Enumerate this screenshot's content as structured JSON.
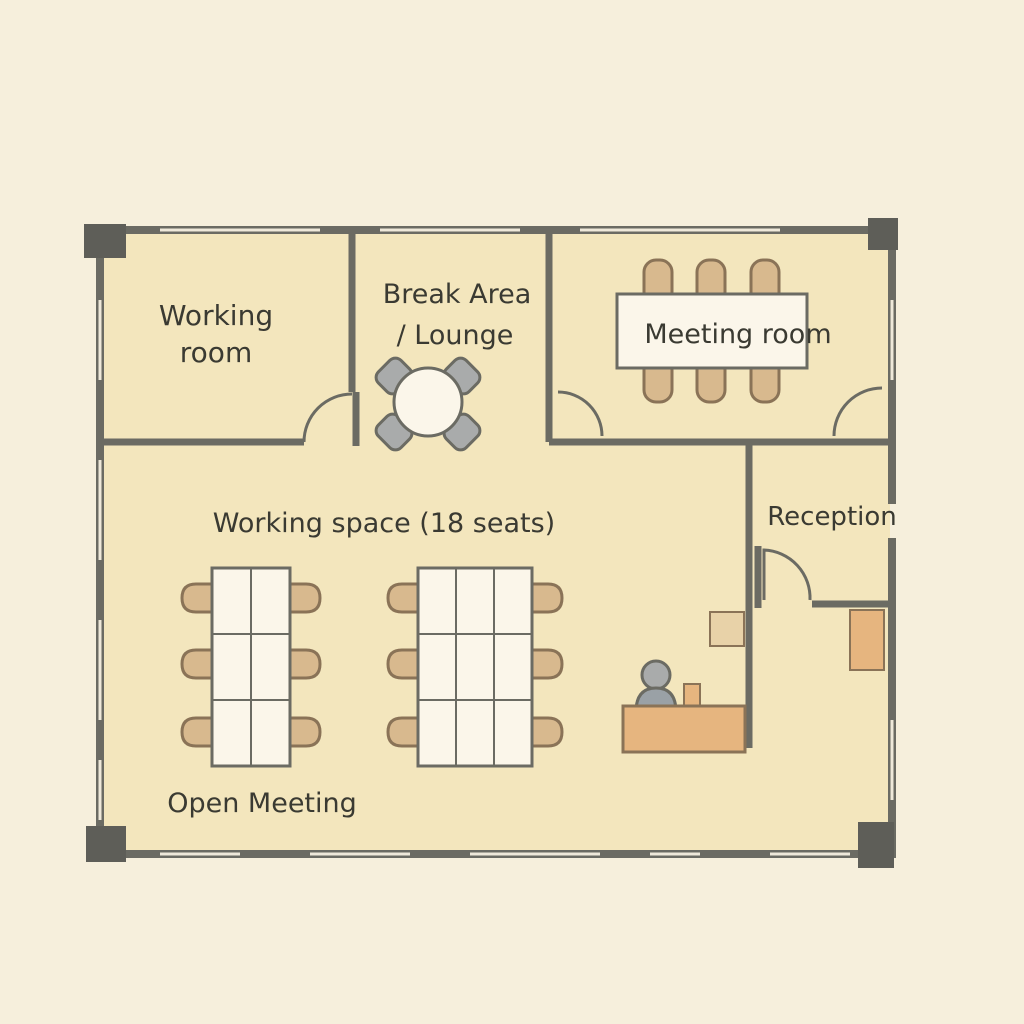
{
  "rooms": {
    "working_room": {
      "line1": "Working",
      "line2": "room"
    },
    "break_area": {
      "line1": "Break Area",
      "line2": "/ Lounge"
    },
    "meeting_room": {
      "label": "Meeting room"
    },
    "working_space": {
      "label": "Working space (18 seats)"
    },
    "reception": {
      "label": "Reception"
    },
    "open_meeting": {
      "label": "Open Meeting"
    }
  },
  "colors": {
    "background": "#f6efdc",
    "floor": "#f3e6bd",
    "wall": "#6b6b63",
    "pillar": "#5e5e58",
    "chair": "#d8b98e",
    "table": "#fbf6ea",
    "desk": "#e6b57f",
    "person": "#9aa1a6",
    "grey_chair": "#a9abab"
  }
}
